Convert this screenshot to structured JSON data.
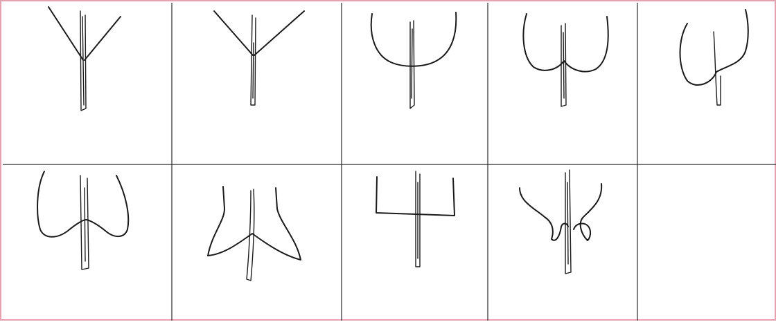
{
  "figure": {
    "grid": {
      "rows": 2,
      "cols": 5
    },
    "colors": {
      "frame_border": "#e8a1b0",
      "line": "#1a1a1a",
      "background": "#ffffff"
    },
    "cells": [
      {
        "icon": "shape-y-straight-arms",
        "row": 1,
        "col": 1
      },
      {
        "icon": "shape-y-wide-arms",
        "row": 1,
        "col": 2
      },
      {
        "icon": "shape-u-round-bowl",
        "row": 1,
        "col": 3
      },
      {
        "icon": "shape-double-bowl",
        "row": 1,
        "col": 4
      },
      {
        "icon": "shape-asymmetric-bowl",
        "row": 1,
        "col": 5
      },
      {
        "icon": "shape-wide-u-with-hump",
        "row": 2,
        "col": 1
      },
      {
        "icon": "shape-flared-wings",
        "row": 2,
        "col": 2
      },
      {
        "icon": "shape-square-trident",
        "row": 2,
        "col": 3
      },
      {
        "icon": "shape-curled-hooks",
        "row": 2,
        "col": 4
      },
      {
        "icon": "empty",
        "row": 2,
        "col": 5
      }
    ]
  }
}
